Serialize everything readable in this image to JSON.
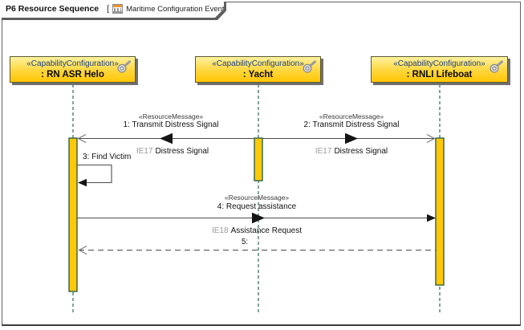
{
  "frame": {
    "title": "P6 Resource Sequence",
    "open_bracket": "[",
    "diagram_name": "Maritime Configuration Event Trace",
    "close_bracket": "]"
  },
  "lifelines": [
    {
      "stereotype": "«CapabilityConfiguration»",
      "name": ": RN ASR Helo"
    },
    {
      "stereotype": "«CapabilityConfiguration»",
      "name": ": Yacht"
    },
    {
      "stereotype": "«CapabilityConfiguration»",
      "name": ": RNLI Lifeboat"
    }
  ],
  "messages": {
    "m1": {
      "stereotype": "«ResourceMessage»",
      "label": "1: Transmit Distress Signal",
      "info_id": "IE17",
      "info_name": "Distress Signal"
    },
    "m2": {
      "stereotype": "«ResourceMessage»",
      "label": "2: Transmit Distress Signal",
      "info_id": "IE17",
      "info_name": "Distress Signal"
    },
    "m3": {
      "label": "3: Find Victim"
    },
    "m4": {
      "stereotype": "«ResourceMessage»",
      "label": "4: Request assistance",
      "info_id": "IE18",
      "info_name": "Assistance Request"
    },
    "m5": {
      "label": "5:"
    }
  },
  "colors": {
    "head_fill_top": "#FFF2A0",
    "head_fill_bottom": "#FFC603",
    "activation_fill": "#FFC907",
    "activation_border": "#2F6147",
    "lifeline_dash": "#336655",
    "stereotype_text": "#1A4080",
    "info_id_text": "#9A9A9A",
    "message_line": "#4D4D4D",
    "frame_border": "#5F5F5F",
    "tab_icon_accent": "#E8952F"
  }
}
